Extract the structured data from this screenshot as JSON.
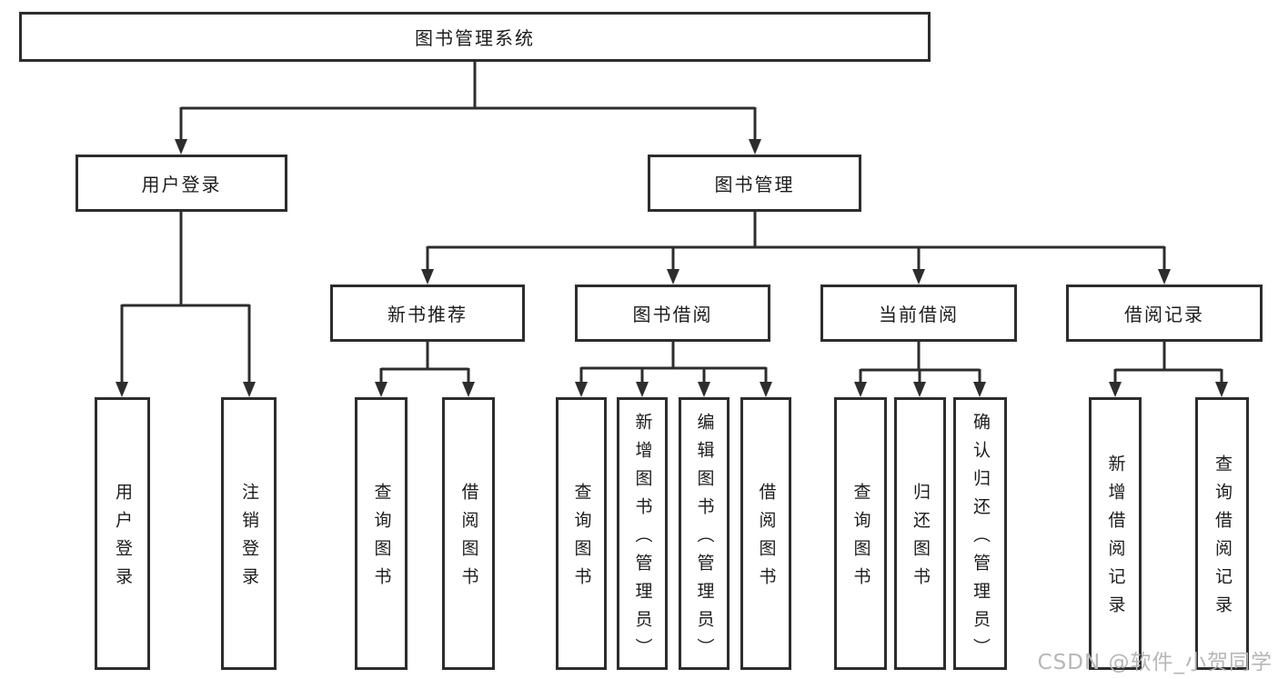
{
  "colors": {
    "line": "#2d2d2d",
    "box_border": "#2d2d2d",
    "text": "#1c1c1c",
    "watermark": "#b6b6b6",
    "background": "#ffffff"
  },
  "watermark": "CSDN @软件_小贺同学",
  "tree": {
    "root": "图书管理系统",
    "user_login": {
      "label": "用户登录",
      "children": [
        "用户登录",
        "注销登录"
      ]
    },
    "book_mgmt": {
      "label": "图书管理",
      "modules": [
        {
          "label": "新书推荐",
          "children": [
            "查询图书",
            "借阅图书"
          ]
        },
        {
          "label": "图书借阅",
          "children": [
            "查询图书",
            "新增图书（管理员）",
            "编辑图书（管理员）",
            "借阅图书"
          ]
        },
        {
          "label": "当前借阅",
          "children": [
            "查询图书",
            "归还图书",
            "确认归还（管理员）"
          ]
        },
        {
          "label": "借阅记录",
          "children": [
            "新增借阅记录",
            "查询借阅记录"
          ]
        }
      ]
    }
  }
}
